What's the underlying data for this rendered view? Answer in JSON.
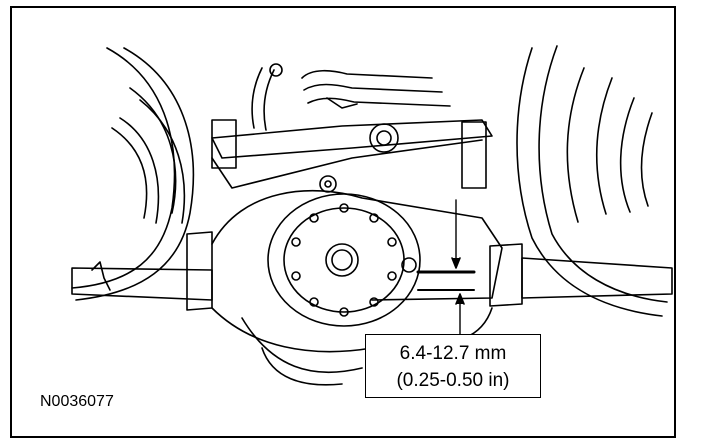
{
  "callout": {
    "line1": "6.4-12.7 mm",
    "line2": "(0.25-0.50 in)"
  },
  "figure_id": "N0036077",
  "colors": {
    "ink": "#000000",
    "paper": "#ffffff"
  }
}
